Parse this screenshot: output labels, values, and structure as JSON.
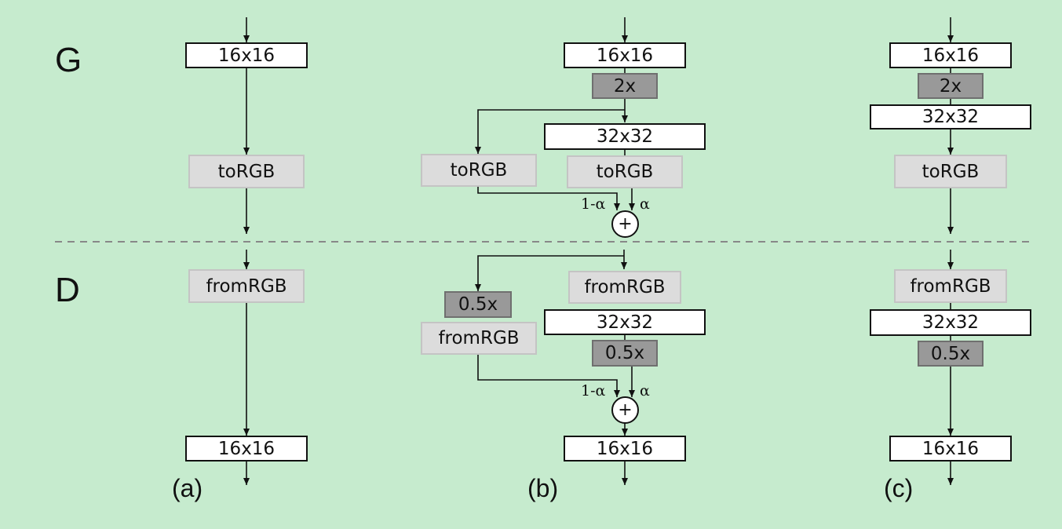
{
  "section_labels": {
    "generator": "G",
    "discriminator": "D"
  },
  "captions": {
    "a": "(a)",
    "b": "(b)",
    "c": "(c)"
  },
  "blocks": {
    "res16": "16x16",
    "res32": "32x32",
    "to_rgb": "toRGB",
    "from_rgb": "fromRGB",
    "upsample": "2x",
    "downsample": "0.5x"
  },
  "weights": {
    "old_path": "1-α",
    "new_path": "α"
  },
  "operator": {
    "add": "+"
  },
  "colors": {
    "background": "#c6ebce",
    "resolution_block": "#ffffff",
    "rgb_block": "#dcdcdc",
    "scale_block": "#999999",
    "divider": "#888888"
  }
}
